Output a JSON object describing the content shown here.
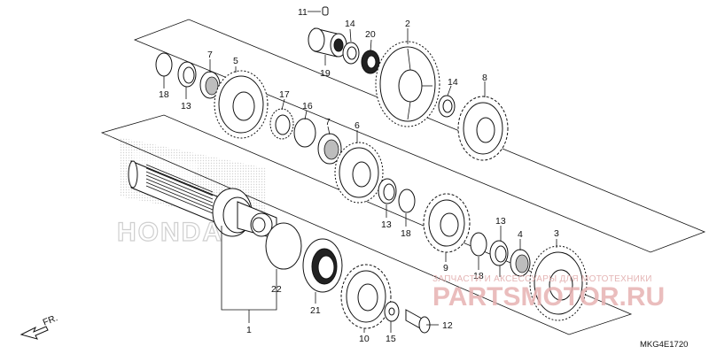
{
  "watermark": {
    "brand": "PARTSMOTOR.RU",
    "tagline": "ЗАПЧАСТИ И АКСЕССУАРЫ ДЛЯ МОТОТЕХНИКИ",
    "logo_text": "HONDA"
  },
  "direction_label": "FR.",
  "diagram_code": "MKG4E1720",
  "callouts": [
    "11",
    "14",
    "2",
    "20",
    "19",
    "18",
    "13",
    "7",
    "5",
    "17",
    "16",
    "7",
    "6",
    "14",
    "8",
    "13",
    "18",
    "9",
    "13",
    "18",
    "4",
    "3",
    "22",
    "21",
    "10",
    "15",
    "12",
    "1"
  ]
}
